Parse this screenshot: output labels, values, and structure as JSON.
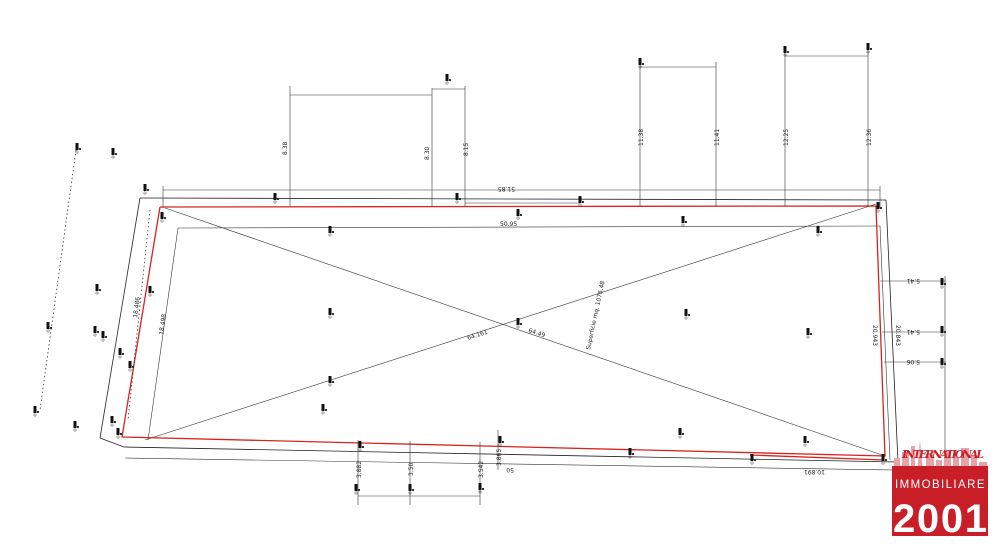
{
  "drawing": {
    "dimensions_top": {
      "overall": "51.85",
      "inner": "50.95",
      "offsets": [
        "8.38",
        "8.30",
        "8.15",
        "11.38",
        "11.41",
        "12.25",
        "12.36"
      ]
    },
    "dimensions_left": [
      "18.486",
      "18.498"
    ],
    "dimensions_right": {
      "offsets": [
        "5.41",
        "5.41",
        "5.06"
      ],
      "sides": [
        "20.943",
        "20.843"
      ]
    },
    "dimensions_bottom": {
      "offsets": [
        "3.882",
        "3.50",
        "3.542",
        "3.865"
      ],
      "overall": "50",
      "segment": "10.891"
    },
    "diagonals": [
      "64.161",
      "64.49"
    ],
    "area_label": "Superficie mq. 1076.48"
  },
  "logo": {
    "script": "INTERNATIONAL",
    "subtitle": "IMMOBILIARE",
    "number": "2001",
    "colors": {
      "brand_red": "#c81e28",
      "skyline": "#e8a3a8"
    }
  },
  "colors": {
    "boundary": "#d8231f",
    "linework": "#222222"
  }
}
